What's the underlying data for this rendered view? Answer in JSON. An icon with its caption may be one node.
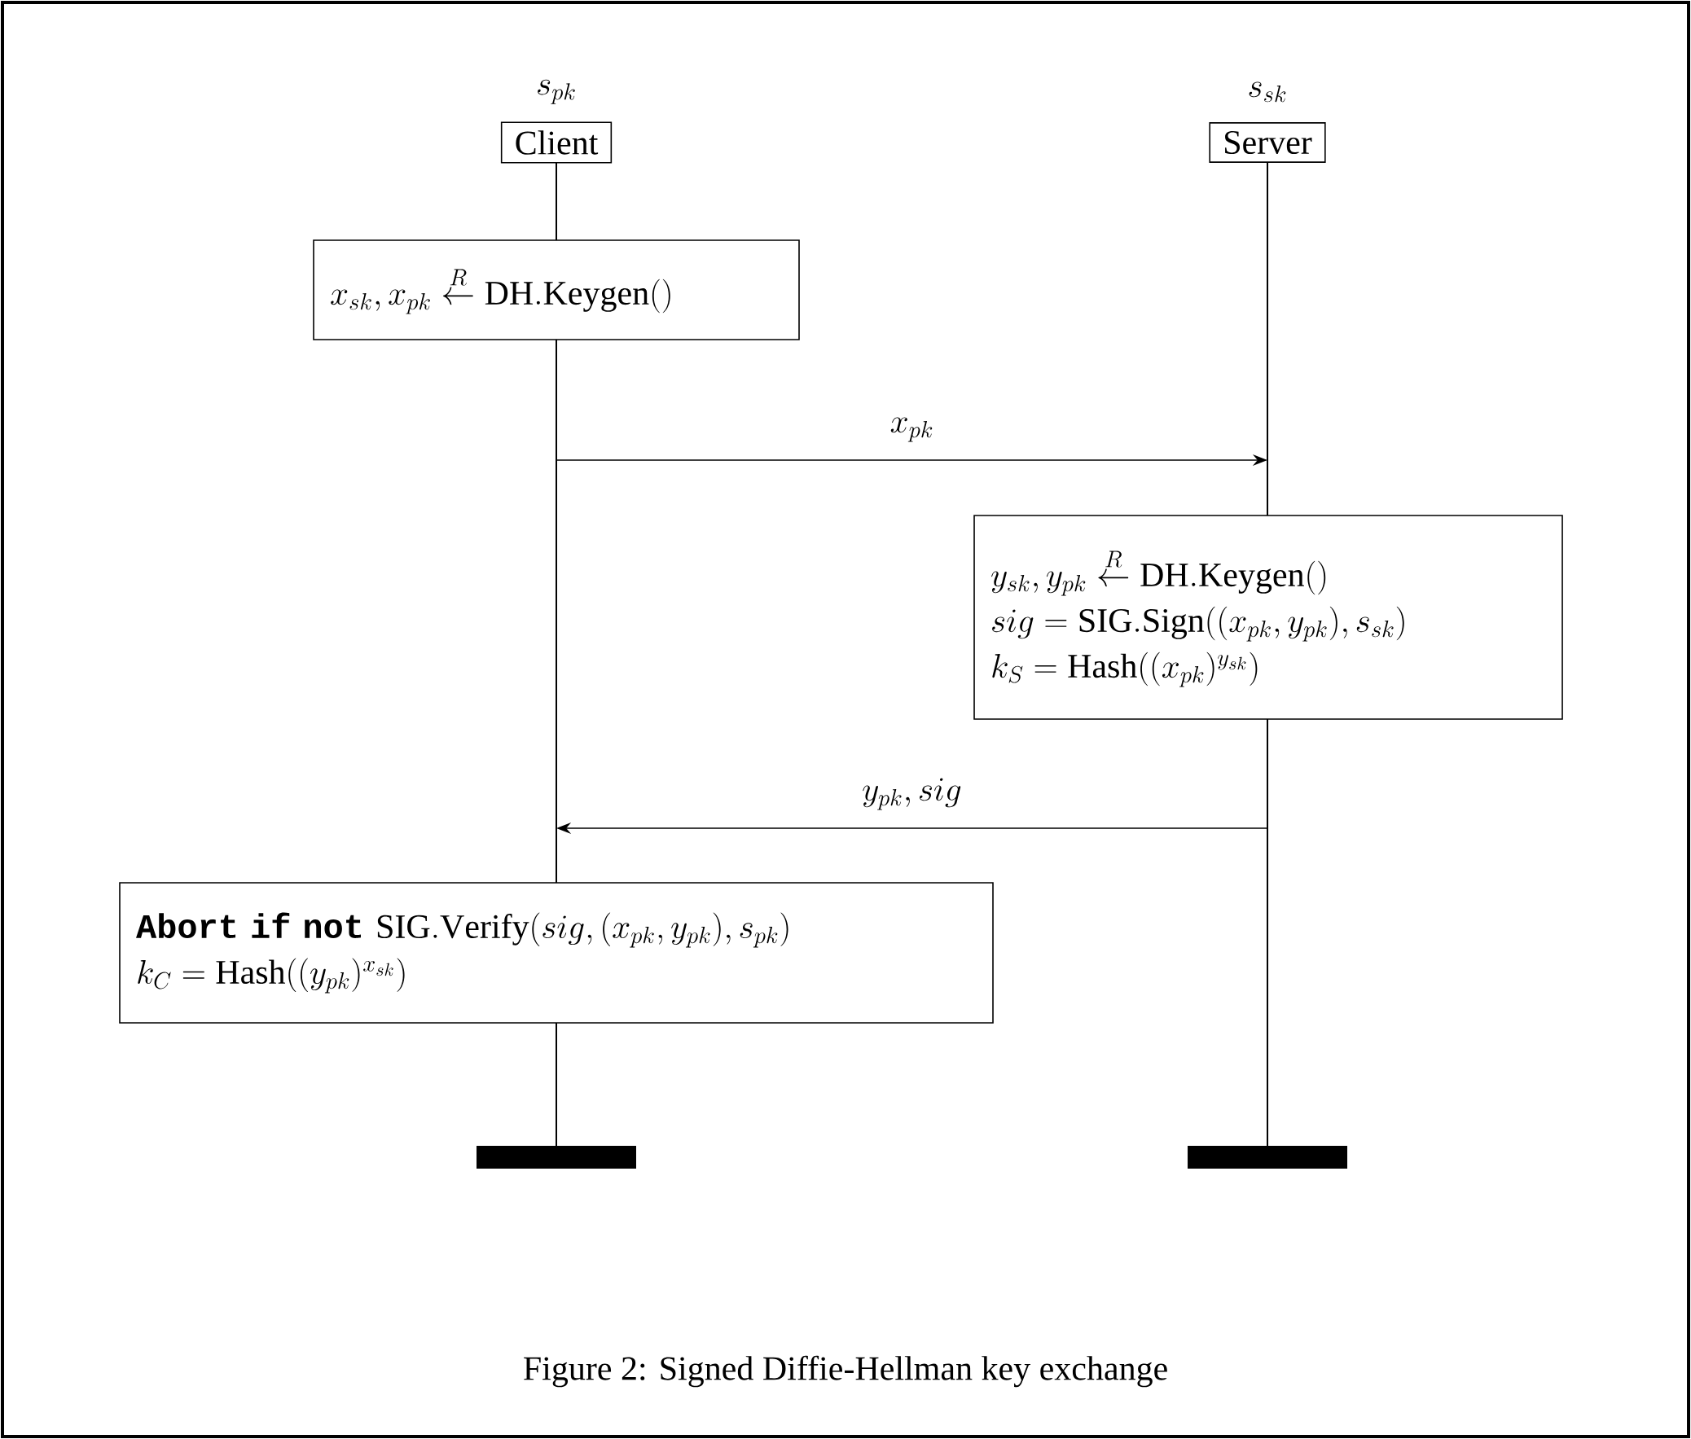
{
  "diagram": {
    "caption": "Figure 2: Signed Diffie-Hellman key exchange",
    "nodes": [
      {
        "text": [
          "s_{pk}",
          "Client"
        ]
      },
      {
        "text": [
          "s_{sk}",
          "Server"
        ]
      },
      {
        "text": [
          "x_{sk}, x_{pk} \\overset{R}{\\leftarrow} \\mathrm{DH.Keygen}()"
        ]
      },
      {
        "text": [
          "y_{sk}, y_{pk} \\overset{R}{\\leftarrow} \\mathrm{DH.Keygen}()",
          "sig = \\mathrm{SIG.Sign}((x_{pk}, y_{pk}), s_{sk})",
          "k_S = \\mathrm{Hash}((x_{pk})^{y_{sk}})"
        ]
      },
      {
        "text": [
          "\\texttt{\\textbf{Abort if not }}\\mathrm{SIG.Verify}(sig, (x_{pk}, y_{pk}), s_{pk})",
          "k_C = \\mathrm{Hash}((y_{pk})^{x_{sk}})"
        ]
      },
      {
        "text": [],
        "shape": "bar"
      },
      {
        "text": [],
        "shape": "bar"
      },
      {
        "text": [],
        "shape": "line"
      },
      {
        "text": [],
        "shape": "line"
      }
    ],
    "edges": [
      {
        "from": 7,
        "to": 8,
        "arrow": "to",
        "label": "x_{pk}"
      },
      {
        "from": 8,
        "to": 7,
        "arrow": "to",
        "label": "y_{pk}, sig"
      }
    ]
  }
}
